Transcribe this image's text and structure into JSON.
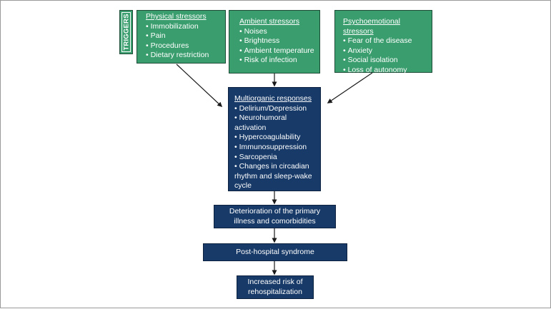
{
  "triggers_label": "TRIGGERS",
  "physical": {
    "title": "Physical stressors",
    "items": [
      "Immobilization",
      "Pain",
      "Procedures",
      "Dietary restriction"
    ]
  },
  "ambient": {
    "title": "Ambient stressors",
    "items": [
      "Noises",
      "Brightness",
      "Ambient temperature",
      "Risk of infection"
    ]
  },
  "psycho": {
    "title": "Psychoemotional stressors",
    "items": [
      "Fear of the disease",
      "Anxiety",
      "Social isolation",
      "Loss of autonomy"
    ]
  },
  "multiorganic": {
    "title": "Multiorganic responses",
    "items": [
      "Delirium/Depression",
      "Neurohumoral activation",
      "Hypercoagulability",
      "Immunosuppression",
      "Sarcopenia",
      "Changes in circadian rhythm and sleep-wake cycle"
    ]
  },
  "deterioration": {
    "line1": "Deterioration of the primary",
    "line2": "illness and comorbidities"
  },
  "post_hospital": "Post-hospital syndrome",
  "rehospitalization": {
    "line1": "Increased risk of",
    "line2": "rehospitalization"
  },
  "colors": {
    "green": "#3a9d6e",
    "navy": "#173a68",
    "arrow": "#1a1a1a"
  }
}
